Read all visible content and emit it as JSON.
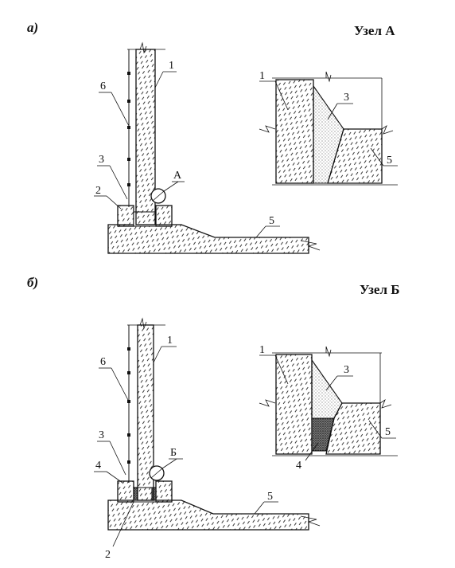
{
  "sections": {
    "a": {
      "marker": "а)",
      "detail_title": "Узел А",
      "callout": "А"
    },
    "b": {
      "marker": "б)",
      "detail_title": "Узел Б",
      "callout": "Б"
    }
  },
  "labels": {
    "a_main": [
      "1",
      "6",
      "3",
      "2",
      "5"
    ],
    "a_detail": [
      "1",
      "3",
      "5"
    ],
    "b_main": [
      "1",
      "6",
      "3",
      "4",
      "5",
      "2"
    ],
    "b_detail": [
      "1",
      "3",
      "5",
      "4"
    ]
  },
  "colors": {
    "ink": "#111111",
    "background": "#ffffff"
  }
}
